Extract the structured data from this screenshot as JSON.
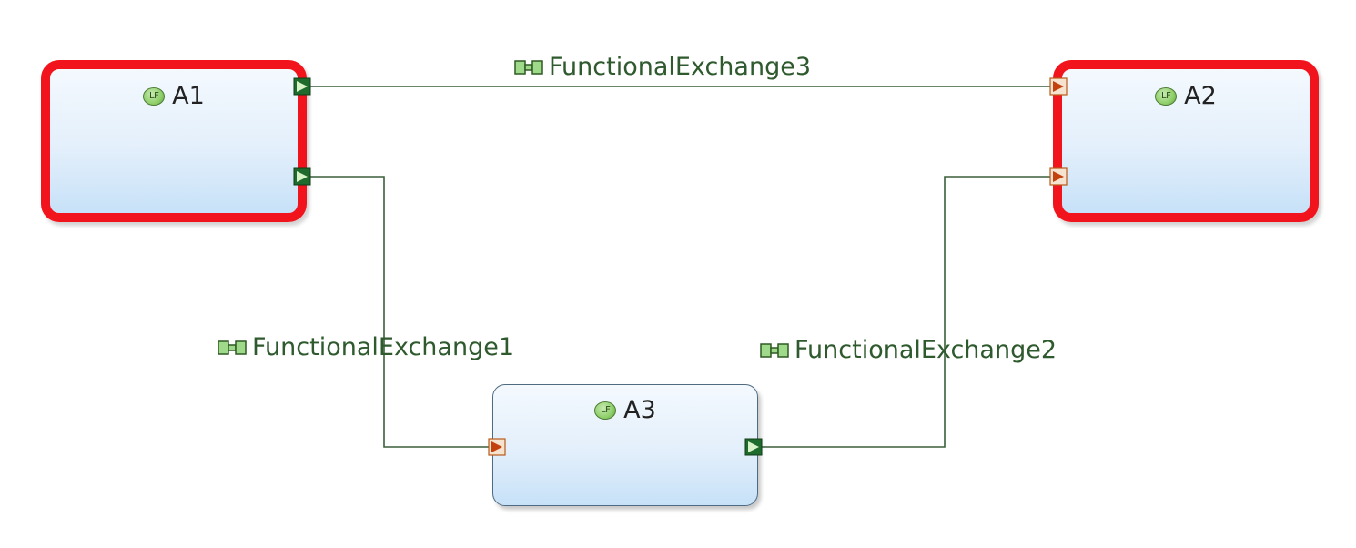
{
  "diagram": {
    "nodes": [
      {
        "id": "A1",
        "label": "A1",
        "icon": "LF",
        "state": "selected"
      },
      {
        "id": "A2",
        "label": "A2",
        "icon": "LF",
        "state": "selected"
      },
      {
        "id": "A3",
        "label": "A3",
        "icon": "LF",
        "state": "normal"
      }
    ],
    "exchanges": [
      {
        "label": "FunctionalExchange1",
        "from": "A1",
        "to": "A3"
      },
      {
        "label": "FunctionalExchange2",
        "from": "A3",
        "to": "A2"
      },
      {
        "label": "FunctionalExchange3",
        "from": "A1",
        "to": "A2"
      }
    ]
  },
  "colors": {
    "selection_border": "#f2141c",
    "edge": "#3a5f3a",
    "output_port": "#1f6b2d",
    "input_port": "#c2410c"
  }
}
